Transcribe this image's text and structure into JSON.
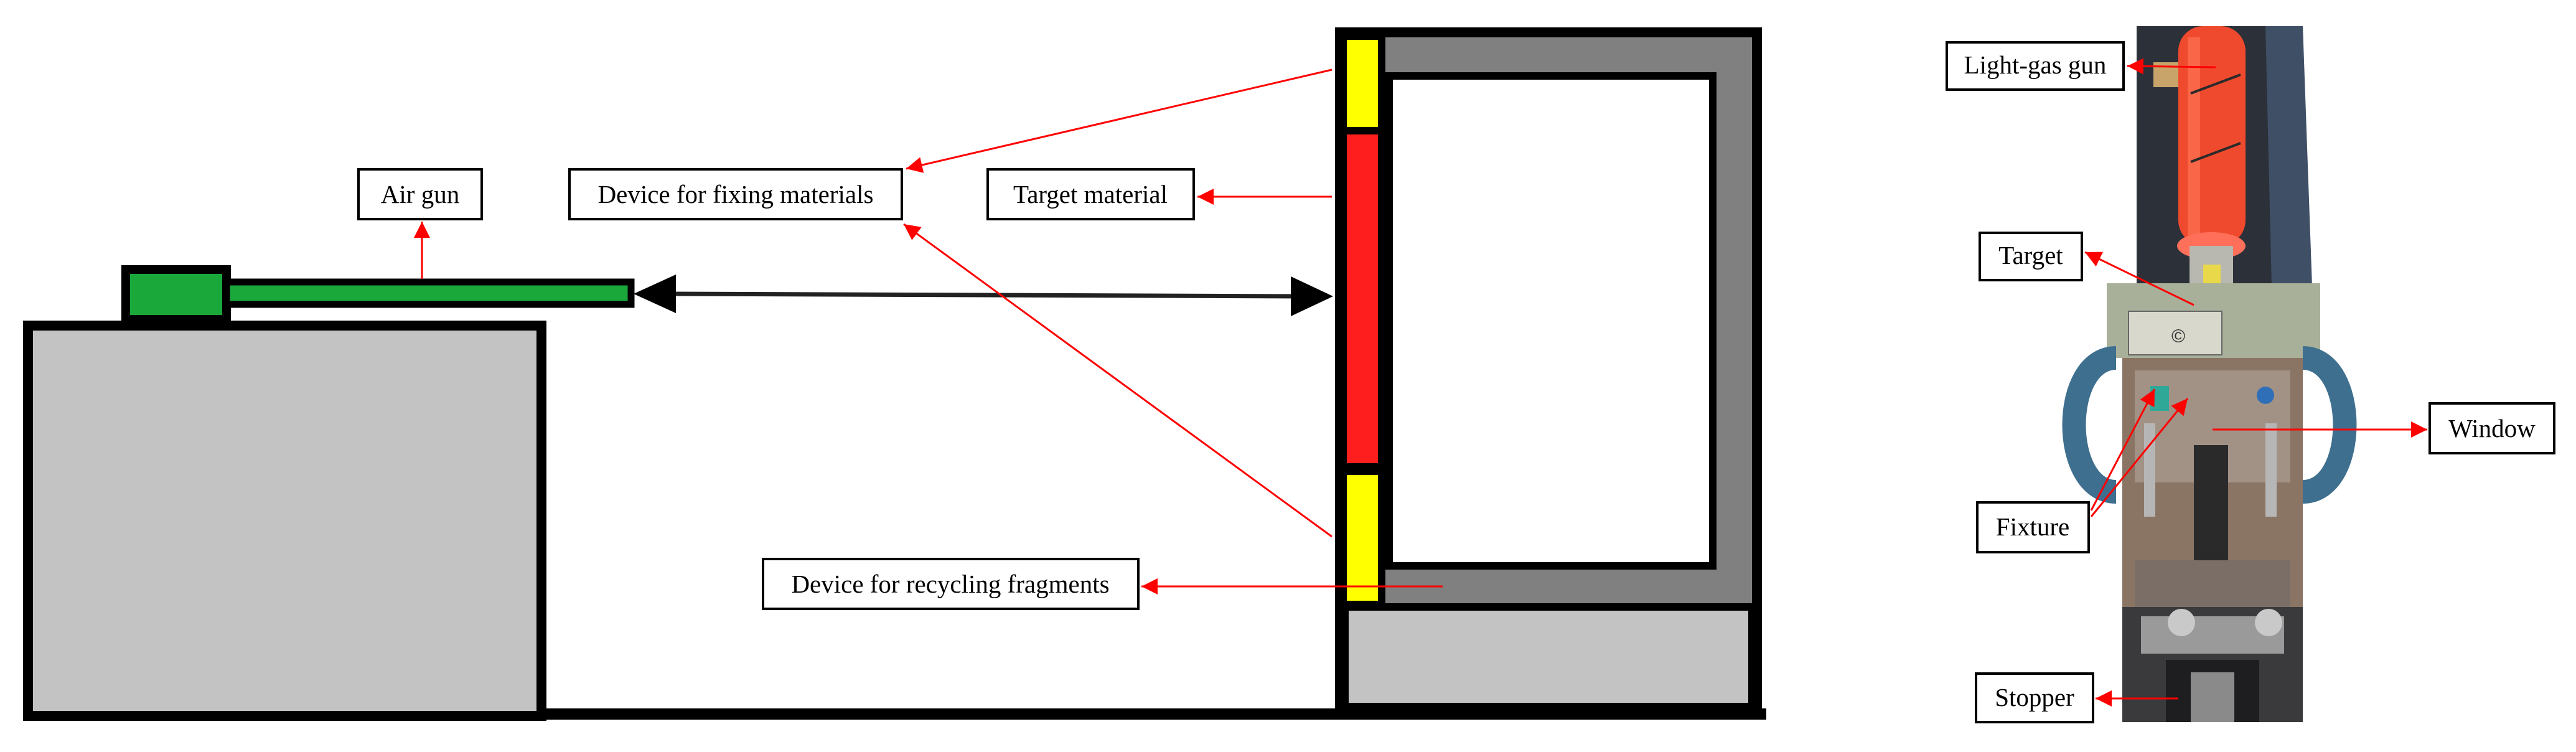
{
  "schematic": {
    "labels": {
      "air_gun": "Air gun",
      "fixing_device": "Device for fixing materials",
      "target_material": "Target material",
      "recycling_device": "Device for recycling fragments"
    }
  },
  "photo": {
    "labels": {
      "light_gas_gun": "Light-gas gun",
      "target": "Target",
      "window": "Window",
      "fixture": "Fixture",
      "stopper": "Stopper"
    }
  },
  "colors": {
    "annotation_red": "#ff0000",
    "gun_green": "#1aa83a",
    "target_red": "#ff1e1e",
    "fixing_yellow": "#ffff00",
    "block_gray": "#c3c3c3",
    "frame_gray": "#808080"
  }
}
